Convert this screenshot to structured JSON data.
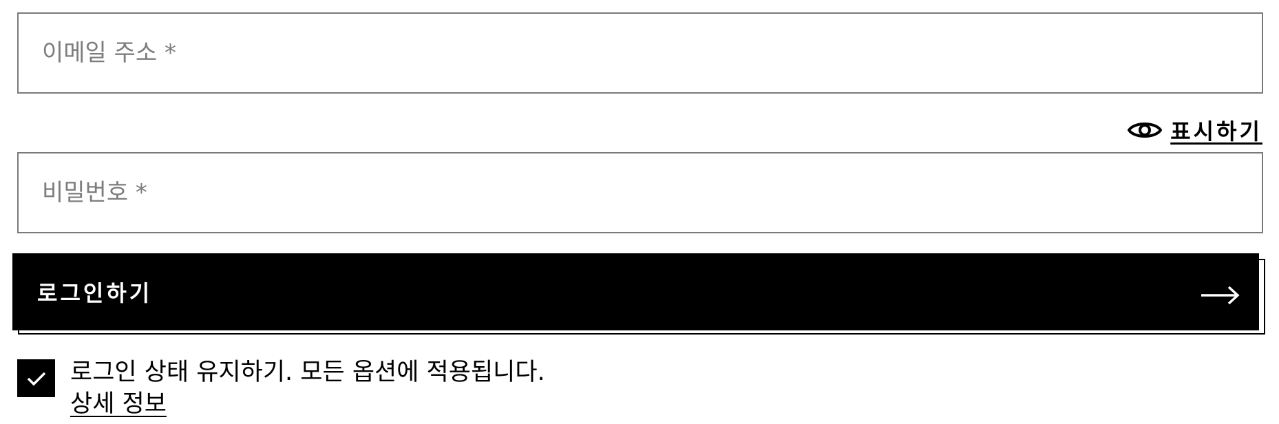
{
  "form": {
    "email": {
      "placeholder": "이메일 주소 *",
      "value": ""
    },
    "password": {
      "placeholder": "비밀번호 *",
      "value": "",
      "show_label": "표시하기",
      "show_icon": "eye-icon"
    },
    "login_button": {
      "label": "로그인하기",
      "icon": "arrow-right-icon"
    },
    "remember": {
      "checked": true,
      "check_icon": "checkmark-icon",
      "text": "로그인 상태 유지하기. 모든 옵션에 적용됩니다.",
      "link_label": "상세 정보"
    }
  },
  "colors": {
    "field_border": "#7a7a7a",
    "placeholder": "#7d7d7d",
    "button_bg": "#000000",
    "button_text": "#ffffff",
    "text": "#000000"
  }
}
